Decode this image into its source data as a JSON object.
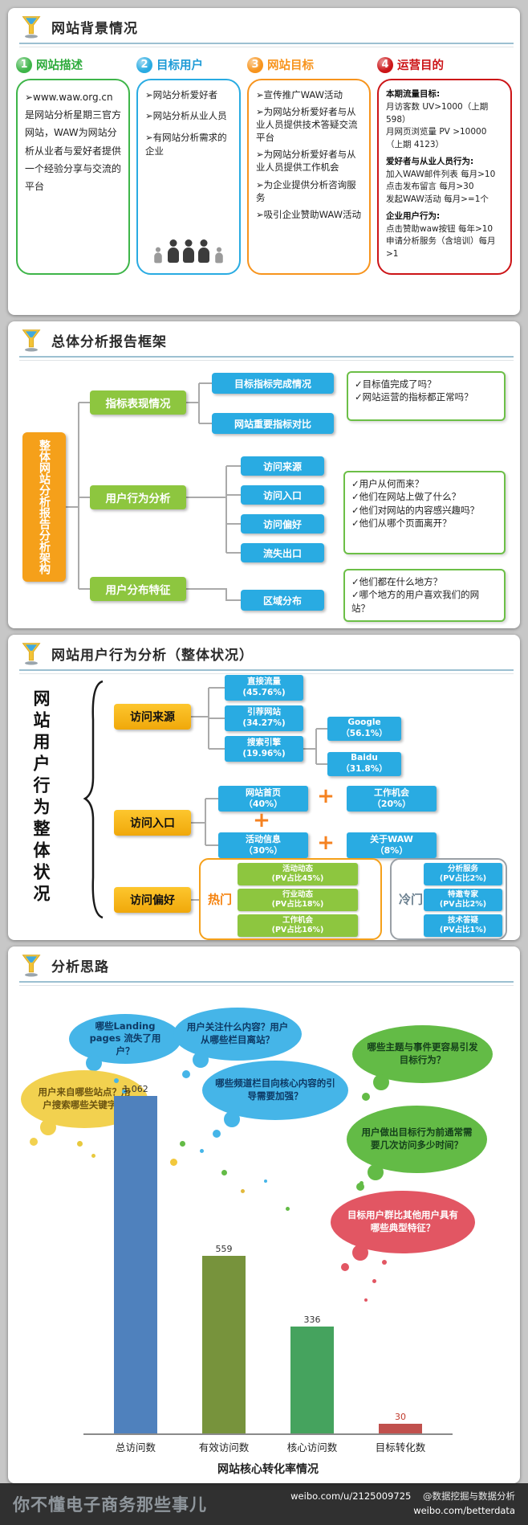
{
  "colors": {
    "green": "#3eb549",
    "blue": "#29abe2",
    "orange": "#f7941d",
    "red": "#cc1417",
    "lime": "#8dc63f",
    "gold": "#f5b60d",
    "orange_deep": "#f5a01a"
  },
  "section1": {
    "title": "网站背景情况",
    "columns": [
      {
        "num": "1",
        "heading": "网站描述",
        "items": [
          "➢www.waw.org.cn是网站分析星期三官方网站，WAW为网站分析从业者与爱好者提供一个经验分享与交流的平台"
        ]
      },
      {
        "num": "2",
        "heading": "目标用户",
        "items": [
          "➢网站分析爱好者",
          "➢网站分析从业人员",
          "➢有网站分析需求的企业"
        ]
      },
      {
        "num": "3",
        "heading": "网站目标",
        "items": [
          "➢宣传推广WAW活动",
          "➢为网站分析爱好者与从业人员提供技术答疑交流平台",
          "➢为网站分析爱好者与从业人员提供工作机会",
          "➢为企业提供分析咨询服务",
          "➢吸引企业赞助WAW活动"
        ]
      },
      {
        "num": "4",
        "heading": "运营目的",
        "groups": [
          {
            "label": "本期流量目标:",
            "lines": [
              "月访客数 UV>1000（上期 598）",
              "月网页浏览量 PV >10000（上期 4123）"
            ]
          },
          {
            "label": "爱好者与从业人员行为:",
            "lines": [
              "加入WAW邮件列表 每月>10",
              "点击发布留言 每月>30",
              "发起WAW活动 每月>=1个"
            ]
          },
          {
            "label": "企业用户行为:",
            "lines": [
              "点击赞助waw按钮 每年>10",
              "申请分析服务（含培训）每月>1"
            ]
          }
        ]
      }
    ]
  },
  "section2": {
    "title": "总体分析报告框架",
    "root": "整体网站分析报告分析架构",
    "branches": [
      {
        "label": "指标表现情况",
        "children": [
          "目标指标完成情况",
          "网站重要指标对比"
        ],
        "questions": [
          "✓目标值完成了吗？",
          "✓网站运营的指标都正常吗？"
        ]
      },
      {
        "label": "用户行为分析",
        "children": [
          "访问来源",
          "访问入口",
          "访问偏好",
          "流失出口"
        ],
        "questions": [
          "✓用户从何而来？",
          "✓他们在网站上做了什么？",
          "✓他们对网站的内容感兴趣吗？",
          "✓他们从哪个页面离开？"
        ]
      },
      {
        "label": "用户分布特征",
        "children": [
          "区域分布"
        ],
        "questions": [
          "✓他们都在什么地方？",
          "✓哪个地方的用户喜欢我们的网站？"
        ]
      }
    ]
  },
  "section3": {
    "title": "网站用户行为分析（整体状况）",
    "side_label": "网站用户行为整体状况",
    "plus": "+",
    "sources_label": "访问来源",
    "entry_label": "访问入口",
    "pref_label": "访问偏好",
    "source_items": [
      {
        "name": "直接流量",
        "pct": "(45.76%)"
      },
      {
        "name": "引荐网站",
        "pct": "(34.27%)"
      },
      {
        "name": "搜索引擎",
        "pct": "(19.96%)"
      }
    ],
    "engines": [
      {
        "name": "Google",
        "pct": "（56.1%）"
      },
      {
        "name": "Baidu",
        "pct": "（31.8%）"
      }
    ],
    "entry_items": [
      {
        "name": "网站首页",
        "pct": "（40%）"
      },
      {
        "name": "工作机会",
        "pct": "（20%）"
      },
      {
        "name": "活动信息",
        "pct": "（30%）"
      },
      {
        "name": "关于WAW",
        "pct": "（8%）"
      }
    ],
    "hot_label": "热门",
    "hot_items": [
      {
        "name": "活动动态",
        "pct": "(PV占比45%)"
      },
      {
        "name": "行业动态",
        "pct": "(PV占比18%)"
      },
      {
        "name": "工作机会",
        "pct": "(PV占比16%)"
      }
    ],
    "cold_label": "冷门",
    "cold_items": [
      {
        "name": "分析服务",
        "pct": "(PV占比2%)"
      },
      {
        "name": "特邀专家",
        "pct": "(PV占比2%)"
      },
      {
        "name": "技术答疑",
        "pct": "(PV占比1%)"
      }
    ]
  },
  "section4": {
    "title": "分析思路",
    "bubbles": [
      {
        "text": "哪些Landing pages 流失了用户？"
      },
      {
        "text": "用户关注什么内容？用户从哪些栏目离站？"
      },
      {
        "text": "哪些主题与事件更容易引发目标行为？"
      },
      {
        "text": "用户来自哪些站点？用户搜索哪些关键字？"
      },
      {
        "text": "哪些频道栏目向核心内容的引导需要加强？"
      },
      {
        "text": "用户做出目标行为前通常需要几次访问多少时间？"
      },
      {
        "text": "目标用户群比其他用户具有哪些典型特征？"
      }
    ]
  },
  "chart_data": {
    "type": "bar",
    "title": "网站核心转化率情况",
    "categories": [
      "总访问数",
      "有效访问数",
      "核心访问数",
      "目标转化数"
    ],
    "values": [
      1062,
      559,
      336,
      30
    ],
    "value_labels": [
      "1,062",
      "559",
      "336",
      "30"
    ],
    "colors": [
      "#4f81bd",
      "#77933c",
      "#45a35e",
      "#c0504d"
    ],
    "ylim": [
      0,
      1100
    ],
    "grid": false,
    "legend": false
  },
  "footer": {
    "brand": "你不懂电子商务那些事儿",
    "weibo_url": "weibo.com/u/2125009725",
    "weibo_handle": "@数据挖掘与数据分析",
    "weibo_url2": "weibo.com/betterdata"
  }
}
